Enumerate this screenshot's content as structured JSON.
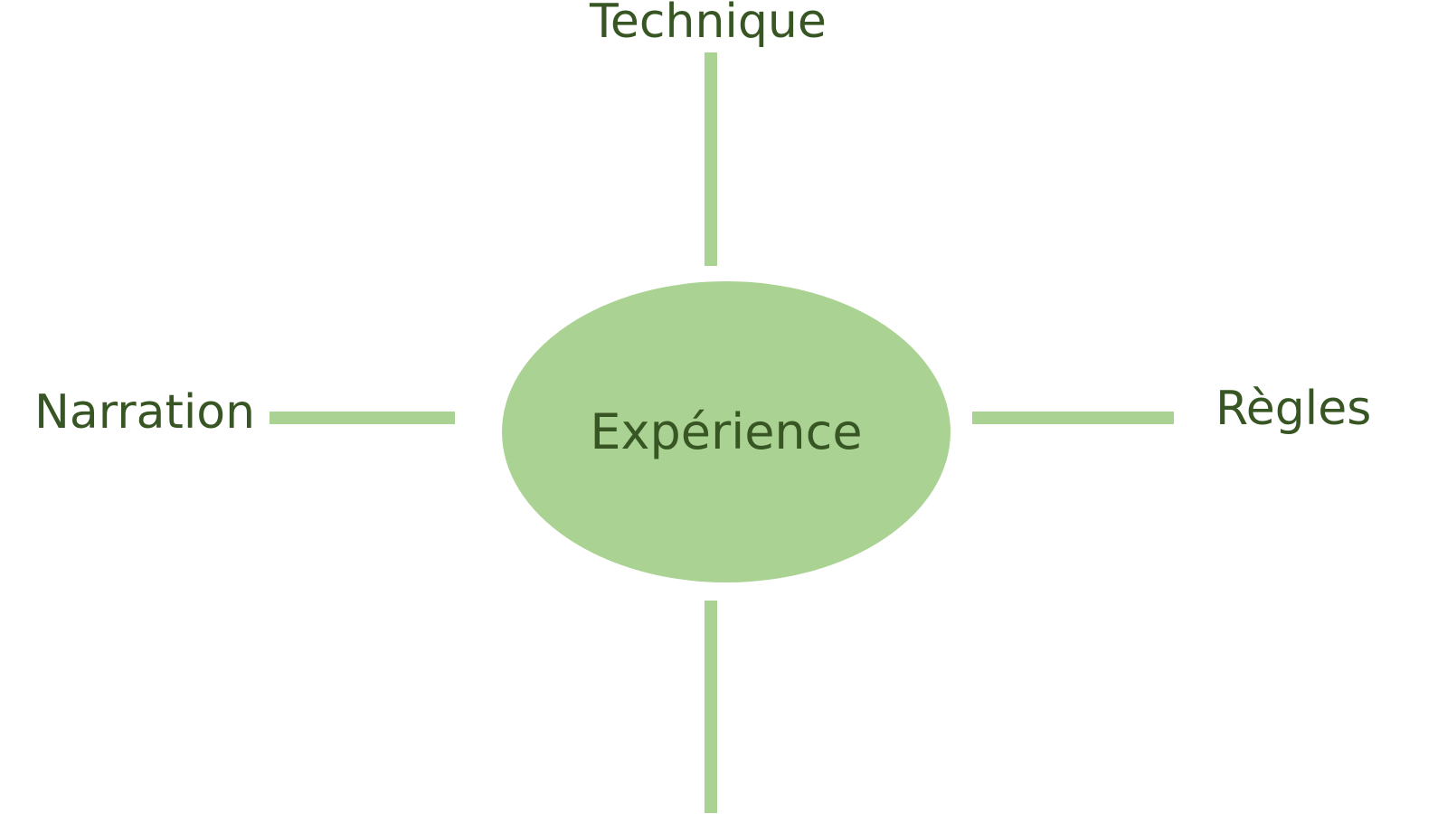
{
  "diagram": {
    "center": {
      "label": "Expérience"
    },
    "branches": [
      {
        "label": "Technique"
      },
      {
        "label": "Narration"
      },
      {
        "label": "Règles"
      },
      {
        "label": ""
      }
    ],
    "colors": {
      "node_fill": "#aad292",
      "connector": "#aad292",
      "text": "#375623",
      "background": "#ffffff"
    }
  }
}
